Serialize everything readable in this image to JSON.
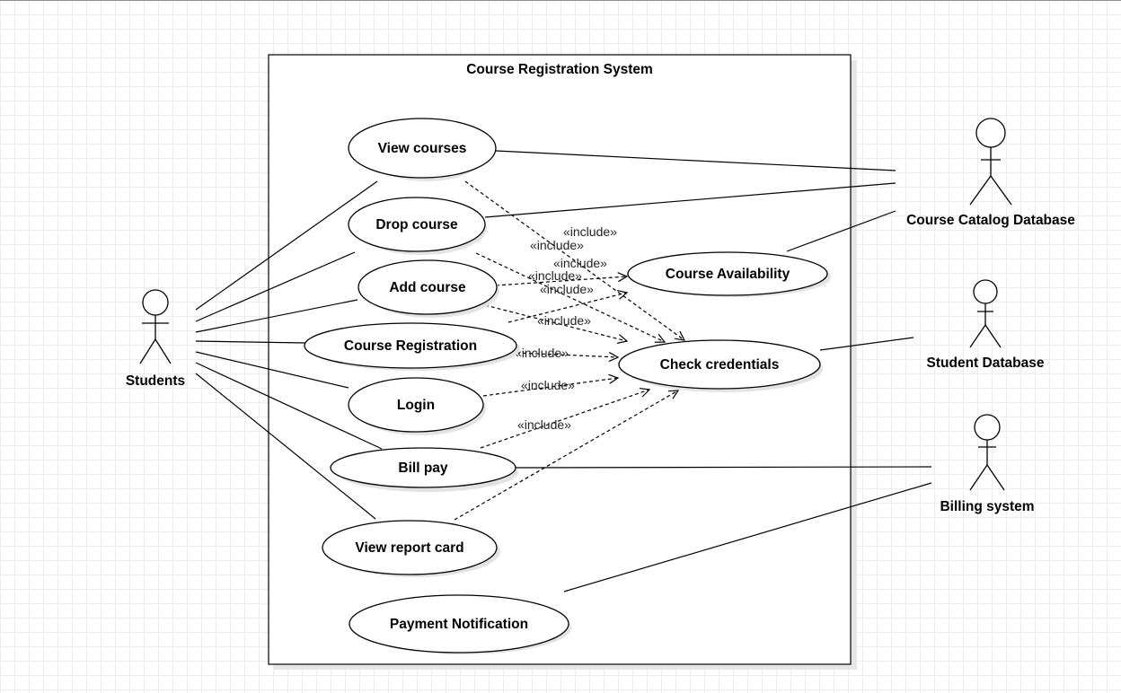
{
  "system": {
    "title": "Course Registration System"
  },
  "actors": {
    "students": "Students",
    "catalog_db": "Course Catalog Database",
    "student_db": "Student Database",
    "billing": "Billing system"
  },
  "use_cases": {
    "view_courses": "View courses",
    "drop_course": "Drop course",
    "add_course": "Add course",
    "course_registration": "Course Registration",
    "login": "Login",
    "bill_pay": "Bill pay",
    "view_report_card": "View report card",
    "payment_notification": "Payment Notification",
    "course_availability": "Course Availability",
    "check_credentials": "Check credentials"
  },
  "relations": {
    "include_label": "«include»"
  },
  "colors": {
    "line": "#000000",
    "grid": "#ececec",
    "shadow": "#e3e3e3"
  }
}
